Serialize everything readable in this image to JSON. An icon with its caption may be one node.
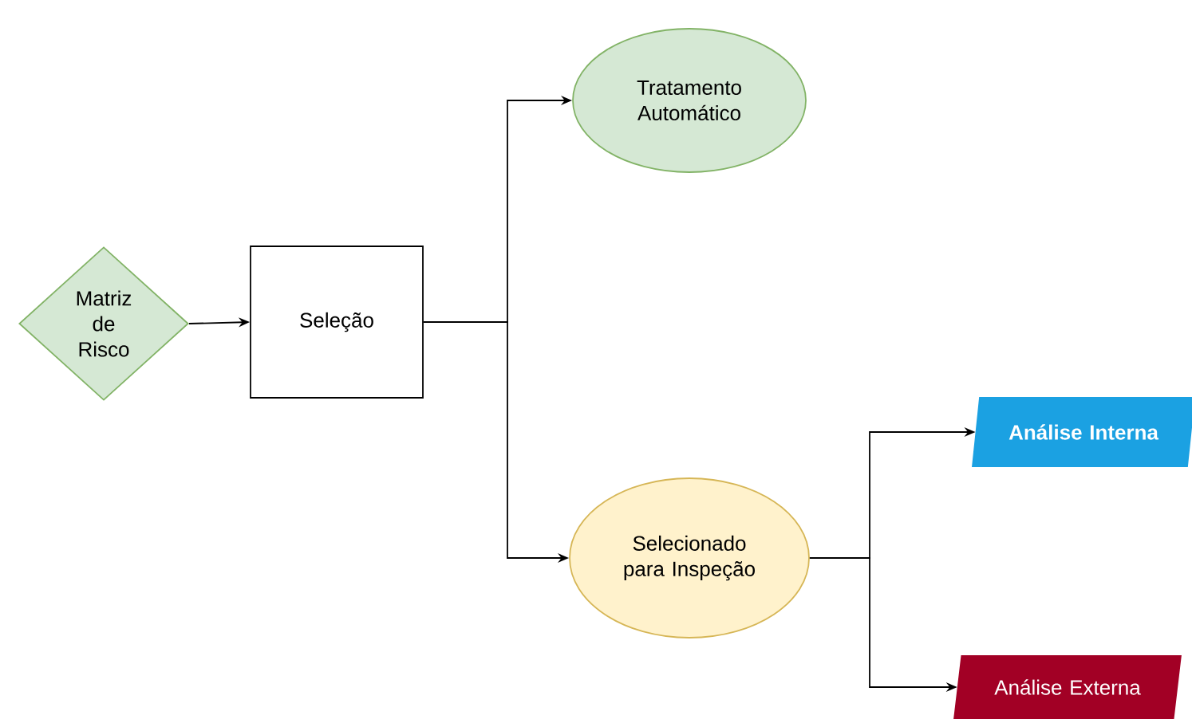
{
  "diagram": {
    "nodes": [
      {
        "text": [
          "Matriz de Risco"
        ]
      },
      {
        "text": [
          "Seleção"
        ]
      },
      {
        "text": [
          "Tratamento Automático"
        ]
      },
      {
        "text": [
          "Selecionado para Inspeção"
        ]
      },
      {
        "text": [
          "Análise Interna"
        ]
      },
      {
        "text": [
          "Análise Externa"
        ]
      }
    ],
    "edges": [
      {
        "from": 0,
        "to": 1,
        "arrow": "to"
      },
      {
        "from": 1,
        "to": 2,
        "arrow": "to"
      },
      {
        "from": 1,
        "to": 3,
        "arrow": "to"
      },
      {
        "from": 3,
        "to": 4,
        "arrow": "to"
      },
      {
        "from": 3,
        "to": 5,
        "arrow": "to"
      }
    ]
  }
}
